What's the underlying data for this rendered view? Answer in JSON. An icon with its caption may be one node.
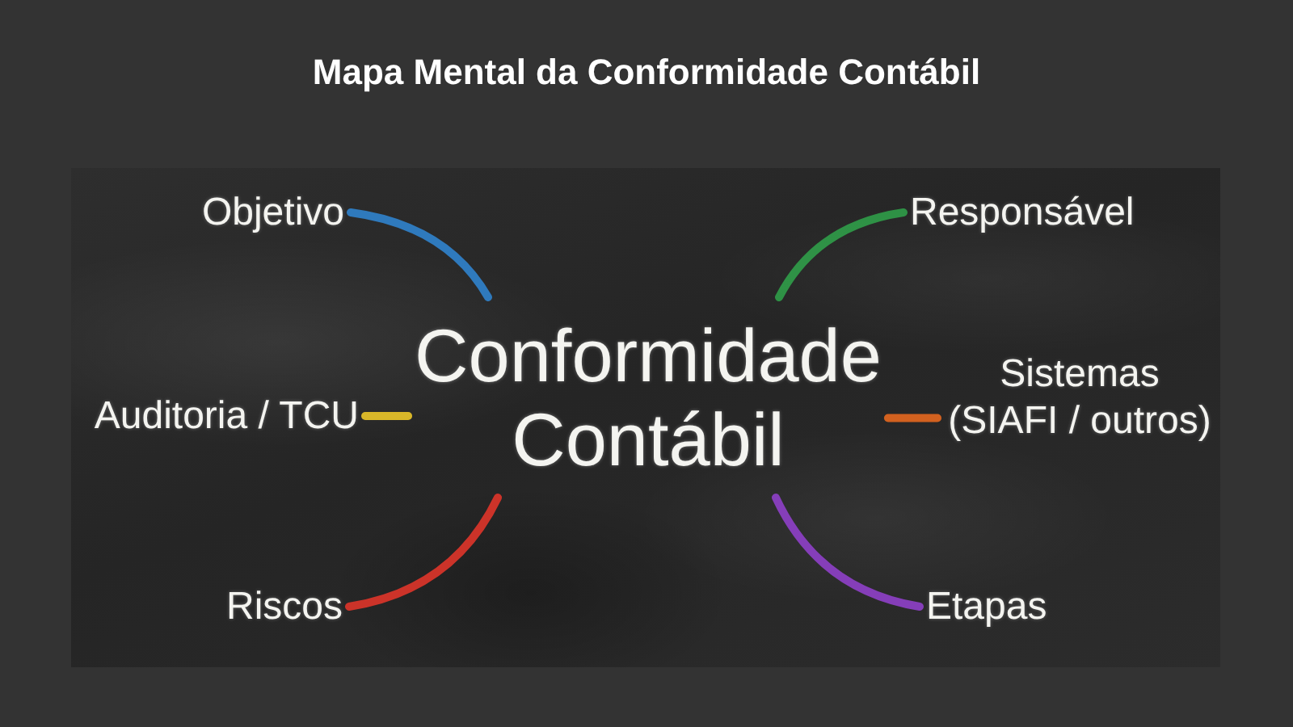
{
  "diagram": {
    "title": "Mapa Mental da Conformidade Contábil",
    "nodes": [
      {
        "text": [
          "Conformidade Contábil"
        ]
      },
      {
        "text": [
          "Objetivo"
        ]
      },
      {
        "text": [
          "Auditoria / TCU"
        ]
      },
      {
        "text": [
          "Riscos"
        ]
      },
      {
        "text": [
          "Responsável"
        ]
      },
      {
        "text": [
          "Sistemas (SIAFI / outros)"
        ]
      },
      {
        "text": [
          "Etapas"
        ]
      }
    ],
    "edges": [
      {
        "from": 0,
        "to": 1,
        "arrow": "none",
        "color": "#2f80c8"
      },
      {
        "from": 0,
        "to": 2,
        "arrow": "none",
        "color": "#e6c229"
      },
      {
        "from": 0,
        "to": 3,
        "arrow": "none",
        "color": "#d9352a"
      },
      {
        "from": 0,
        "to": 4,
        "arrow": "none",
        "color": "#2f9a48"
      },
      {
        "from": 0,
        "to": 5,
        "arrow": "none",
        "color": "#e0661f"
      },
      {
        "from": 0,
        "to": 6,
        "arrow": "none",
        "color": "#8c3fc4"
      }
    ]
  }
}
